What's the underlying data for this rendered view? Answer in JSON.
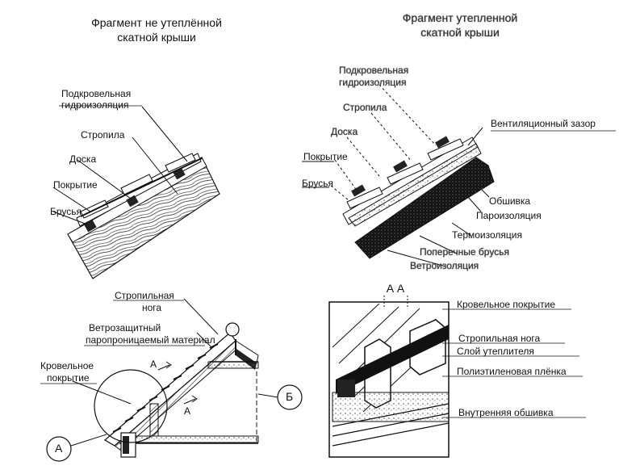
{
  "top_left": {
    "title_line1": "Фрагмент не утеплённой",
    "title_line2": "скатной крыши",
    "labels": {
      "hydro_line1": "Подкровельная",
      "hydro_line2": "гидроизоляция",
      "rafter": "Стропила",
      "board": "Доска",
      "covering": "Покрытие",
      "battens": "Брусья"
    }
  },
  "top_right": {
    "title_line1": "Фрагмент утепленной",
    "title_line2": "скатной крыши",
    "labels": {
      "hydro_line1": "Подкровельная",
      "hydro_line2": "гидроизоляция",
      "rafter": "Стропила",
      "board": "Доска",
      "covering": "Покрытие",
      "battens": "Брусья",
      "vent_gap": "Вентиляционный зазор",
      "sheathing": "Обшивка",
      "vapor": "Пароизоляция",
      "thermal": "Термоизоляция",
      "cross_battens": "Поперечные брусья",
      "wind": "Ветроизоляция"
    }
  },
  "bottom_left": {
    "rafter_line1": "Стропильная",
    "rafter_line2": "нога",
    "membrane_line1": "Ветрозащитный",
    "membrane_line2": "паропроницаемый материал",
    "roof_line1": "Кровельное",
    "roof_line2": "покрытие",
    "mark_a": "А",
    "mark_b": "Б"
  },
  "bottom_right": {
    "section_label": "А  А",
    "labels": {
      "roof_covering": "Кровельное покрытие",
      "rafter": "Стропильная нога",
      "insulation": "Слой утеплителя",
      "pe_film": "Полиэтиленовая плёнка",
      "inner_lining": "Внутренняя обшивка"
    }
  }
}
